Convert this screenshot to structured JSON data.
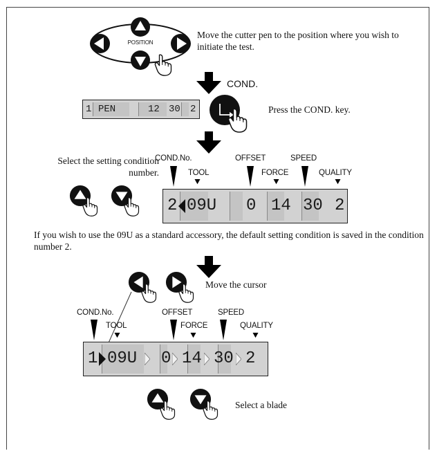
{
  "steps": {
    "position": {
      "key_label": "POSITION",
      "instruction": "Move the cutter pen to the position where you wish to initiate the test."
    },
    "cond": {
      "key_label": "COND.",
      "instruction": "Press the COND. key.",
      "display": [
        "1",
        "PEN",
        "12",
        "30",
        "2"
      ]
    },
    "select_condition": {
      "instruction": "Select the setting condition number.",
      "labels": {
        "cond_no": "COND.No.",
        "tool": "TOOL",
        "offset": "OFFSET",
        "force": "FORCE",
        "speed": "SPEED",
        "quality": "QUALITY"
      },
      "display": [
        "2",
        "09U",
        "0",
        "14",
        "30",
        "2"
      ]
    },
    "note": "If you wish to use the 09U as a standard accessory, the default setting condition is saved in the condition number 2.",
    "move_cursor": {
      "instruction": "Move the cursor",
      "labels": {
        "cond_no": "COND.No.",
        "tool": "TOOL",
        "offset": "OFFSET",
        "force": "FORCE",
        "speed": "SPEED",
        "quality": "QUALITY"
      },
      "display": [
        "1",
        "09U",
        "0",
        "14",
        "30",
        "2"
      ]
    },
    "select_blade": {
      "instruction": "Select a blade"
    }
  },
  "icons": [
    "position-key-cluster-icon",
    "cond-key-icon",
    "arrow-key-icon",
    "finger-press-icon",
    "down-arrow-icon",
    "triangle-pointer-icon"
  ],
  "colors": {
    "lcd_background": "#d2d2d2",
    "key_fill": "#111111",
    "frame": "#444444"
  }
}
